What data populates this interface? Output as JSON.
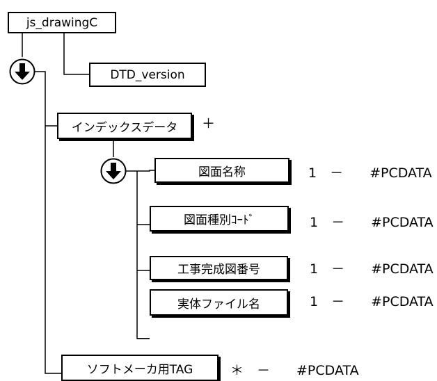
{
  "nodes": {
    "root": "js_drawingC",
    "dtd_version": "DTD_version",
    "index_data": "インデックスデータ",
    "drawing_name": "図面名称",
    "drawing_type_code": "図面種別ｺｰﾄﾞ",
    "completion_drawing_number": "工事完成図番号",
    "entity_file_name": "実体ファイル名",
    "software_maker_tag": "ソフトメーカ用TAG"
  },
  "annotations": {
    "index_data_occurrence": "＋",
    "drawing_name_spec": "1　－　　#PCDATA",
    "drawing_type_code_spec": "1　－　　#PCDATA",
    "completion_drawing_number_spec": "1　－　　#PCDATA",
    "entity_file_name_spec": "1　－　　#PCDATA",
    "software_maker_tag_spec": "＊　－　　#PCDATA"
  },
  "icons": {
    "sequence_marker_1": "down-arrow-circle-icon",
    "sequence_marker_2": "down-arrow-circle-icon"
  }
}
